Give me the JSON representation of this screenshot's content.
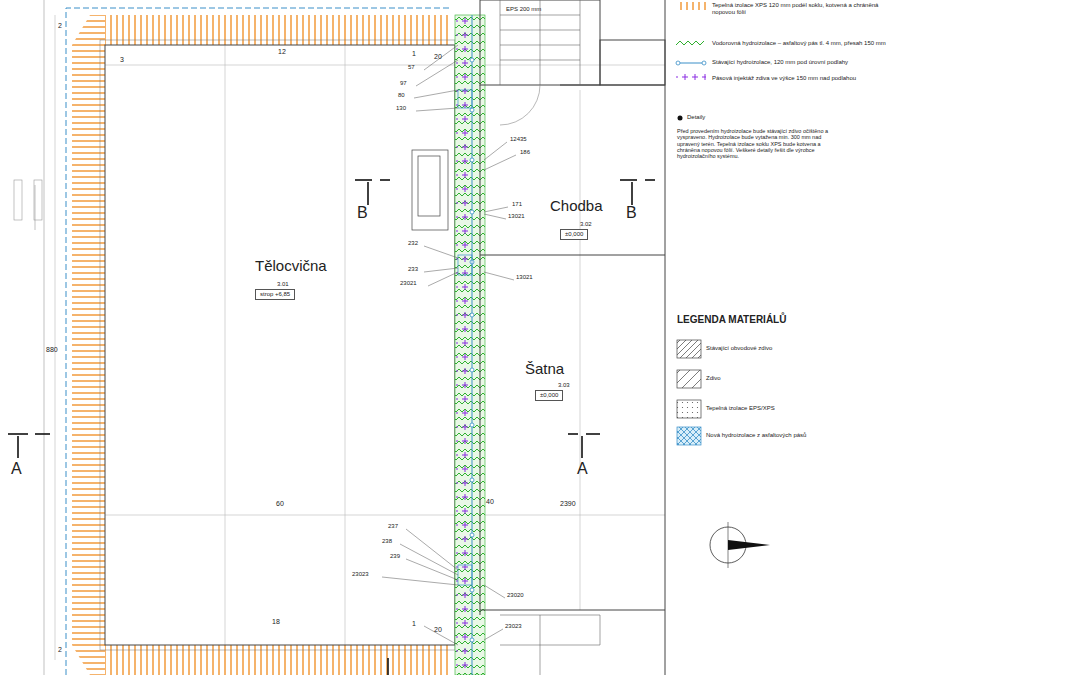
{
  "diagram": {
    "nodes": [
      {
        "text": [
          "Tělocvična",
          "3.01",
          "strop +6,85"
        ]
      },
      {
        "text": [
          "Chodba",
          "3.02",
          "±0,000"
        ]
      },
      {
        "text": [
          "Šatna",
          "3.03",
          "±0,000"
        ]
      }
    ],
    "labels": [
      "2",
      "12",
      "3",
      "1",
      "20",
      "B",
      "B",
      "A",
      "A",
      "EPS 200 mm",
      "Detaily",
      "60",
      "18",
      "1",
      "20",
      "2",
      "40",
      "LEGENDA MATERIÁLŮ",
      "Před provedením hydroizolace bude stávající zdivo očištěno a vyspraveno. Hydroizolace bude vytažena min. 300 mm nad upravený terén. Tepelná izolace soklu XPS bude kotvena a chráněna nopovou fólií. Veškeré detaily řešit dle výrobce hydroizolačního systému.",
      "57",
      "97",
      "80",
      "130",
      "12435",
      "186",
      "171",
      "13021",
      "232",
      "233",
      "23021",
      "13021",
      "237",
      "238",
      "239",
      "23023",
      "23020",
      "23023",
      "880",
      "2390"
    ],
    "legend": [
      {
        "text": "Tepelná izolace XPS 120 mm podél soklu, kotvená a chráněná nopovou fólií"
      },
      {
        "text": "Vodorovná hydroizolace – asfaltový pás tl. 4 mm, přesah 150 mm"
      },
      {
        "text": "Stávající hydroizolace, 120 mm pod úrovní podlahy"
      },
      {
        "text": "Pásová injektáž zdiva ve výšce 150 mm nad podlahou"
      },
      {
        "text": "Stávající obvodové zdivo"
      },
      {
        "text": "Zdivo"
      },
      {
        "text": "Tepelná izolace EPS/XPS"
      },
      {
        "text": "Nová hydroizolace z asfaltových pásů"
      }
    ]
  }
}
